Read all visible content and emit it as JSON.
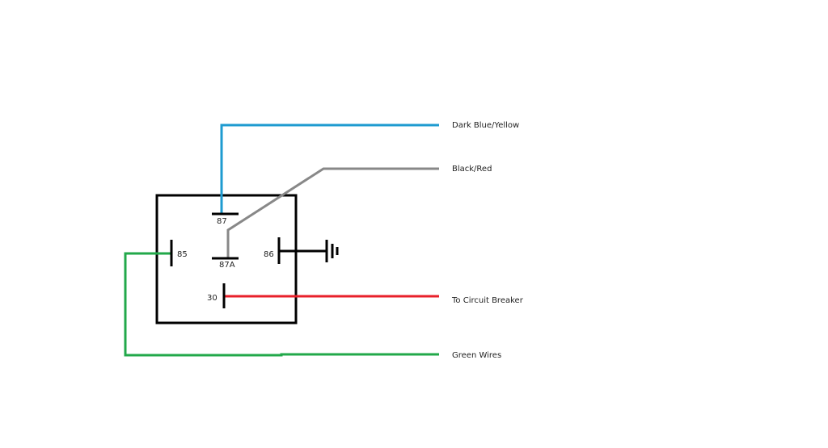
{
  "relay": {
    "pins": {
      "p87": "87",
      "p87a": "87A",
      "p85": "85",
      "p86": "86",
      "p30": "30"
    }
  },
  "wires": {
    "blue_yellow": "Dark Blue/Yellow",
    "black_red": "Black/Red",
    "circuit_breaker": "To Circuit Breaker",
    "green": "Green Wires"
  },
  "colors": {
    "blue_yellow": "#1e9bd0",
    "black_red": "#888888",
    "circuit_breaker": "#e8202a",
    "green": "#22a84a",
    "relay_outline": "#000000"
  }
}
